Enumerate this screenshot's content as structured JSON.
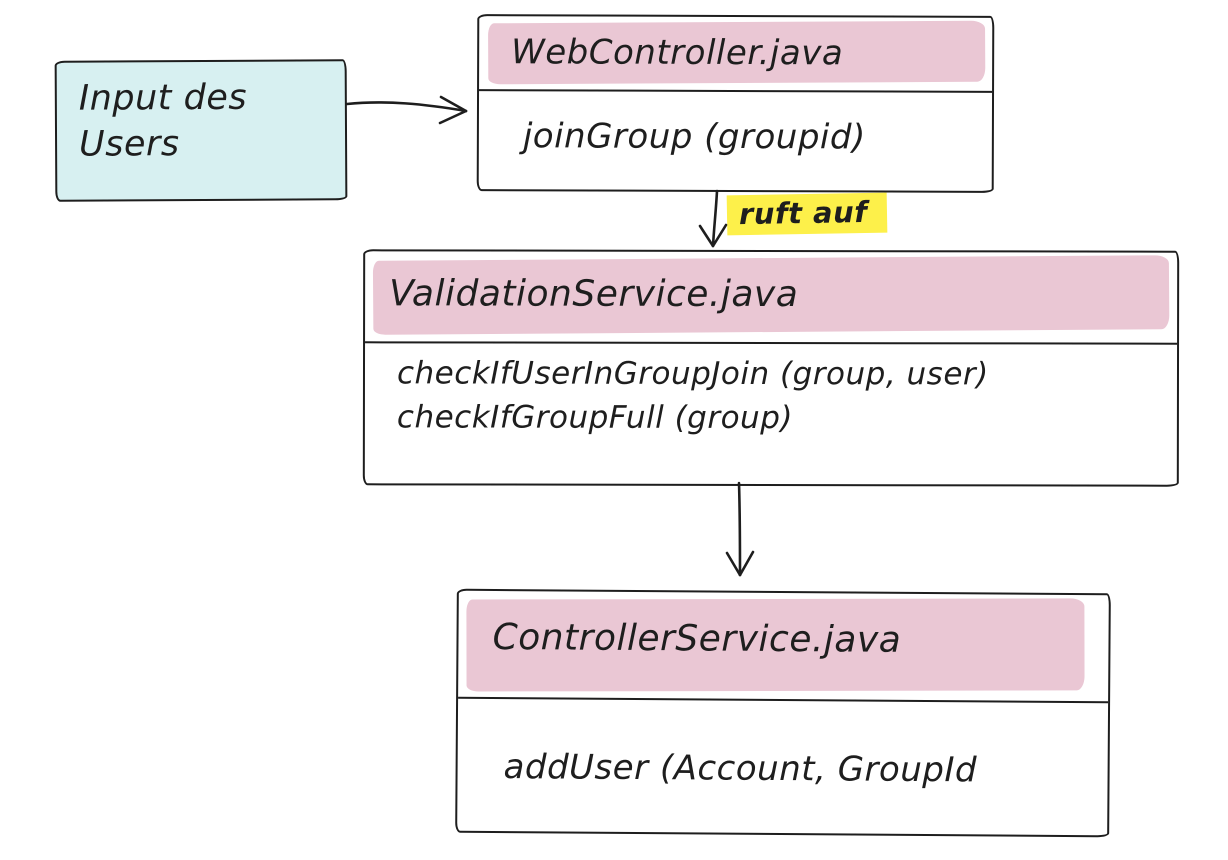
{
  "diagram": {
    "input_node": {
      "line1": "Input des",
      "line2": "Users"
    },
    "web_controller": {
      "title": "WebController.java",
      "method": "joinGroup (groupid)"
    },
    "call_label": "ruft auf",
    "validation_service": {
      "title": "ValidationService.java",
      "method1": "checkIfUserInGroupJoin (group, user)",
      "method2": "checkIfGroupFull (group)"
    },
    "controller_service": {
      "title": "ControllerService.java",
      "method": "addUser (Account, GroupId"
    }
  },
  "colors": {
    "background": "#ffffff",
    "input_fill": "#d7f0f1",
    "title_highlight": "#eac7d4",
    "call_highlight": "#fdf04a",
    "stroke": "#1e1e1e"
  }
}
